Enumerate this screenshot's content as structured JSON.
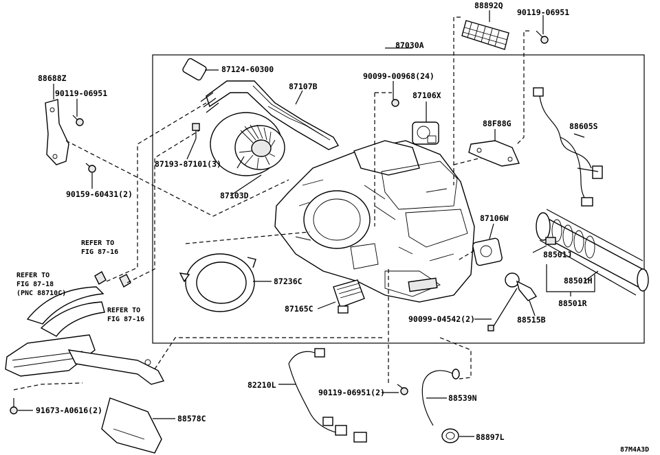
{
  "diagram_code": "87M4A3D",
  "labels": {
    "l_88892Q": "88892Q",
    "l_90119_06951_top": "90119-06951",
    "l_87030A": "87030A",
    "l_88688Z": "88688Z",
    "l_90119_06951_left": "90119-06951",
    "l_87124_60300": "87124-60300",
    "l_87107B": "87107B",
    "l_90099_00968": "90099-00968(24)",
    "l_87106X": "87106X",
    "l_88F88G": "88F88G",
    "l_88605S": "88605S",
    "l_87193_87101": "87193-87101(3)",
    "l_87103D": "87103D",
    "l_90159_60431": "90159-60431(2)",
    "l_87106W": "87106W",
    "l_88501J": "88501J",
    "l_88501H": "88501H",
    "l_88501R": "88501R",
    "l_87236C": "87236C",
    "l_87165C": "87165C",
    "l_88515B": "88515B",
    "l_90099_04542": "90099-04542(2)",
    "l_82210L": "82210L",
    "l_90119_06951_bottom": "90119-06951(2)",
    "l_88539N": "88539N",
    "l_91673_A0616": "91673-A0616(2)",
    "l_88578C": "88578C",
    "l_88897L": "88897L"
  },
  "refs": {
    "ref1_line1": "REFER TO",
    "ref1_line2": "FIG 87-16",
    "ref2_line1": "REFER TO",
    "ref2_line2": "FIG 87-18",
    "ref2_line3": "(PNC 88710C)",
    "ref3_line1": "REFER TO",
    "ref3_line2": "FIG 87-16"
  }
}
